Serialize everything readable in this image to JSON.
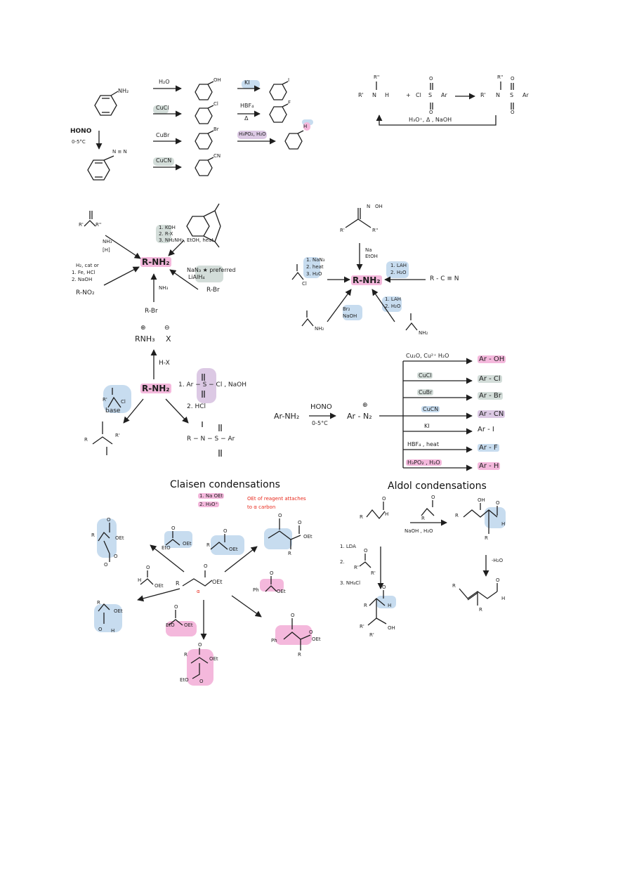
{
  "labels": {
    "nh2": "NH₂",
    "hono": "HONO",
    "temp": "0-5°C",
    "diazonium_n": "N ≡ N",
    "oh": "OH",
    "cl": "Cl",
    "br": "Br",
    "cn": "CN",
    "i": "I",
    "f": "F",
    "h": "H"
  },
  "sandmeyer_top": {
    "h2o": "H₂O",
    "cucl": "CuCl",
    "cubr": "CuBr",
    "cucn": "CuCN",
    "ki": "KI",
    "hbf4": "HBF₄",
    "delta": "Δ",
    "h3po2": "H₃PO₂, H₂O"
  },
  "sulfonamide": {
    "amine_r1": "R'",
    "amine_r2": "R''",
    "n": "N",
    "h": "H",
    "plus": "+",
    "cl": "Cl",
    "s": "S",
    "o": "O",
    "ar": "Ar",
    "reverse_conditions": "H₃O⁺, Δ , NaOH"
  },
  "amine_synthesis_left": {
    "product": "R-NH₂",
    "ketone_r1": "R'",
    "ketone_r2": "R''",
    "reductive_amination": "NH₃",
    "h_reagent": "[H]",
    "gabriel_1": "1. KOH",
    "gabriel_2": "2. R-X",
    "gabriel_3": "3. NH₂NH₂, EtOH, heat",
    "nitro_reduction_1": "H₂, cat or",
    "nitro_reduction_2": "1. Fe, HCl",
    "nitro_reduction_3": "2. NaOH",
    "nitro": "R-NO₂",
    "azide_1": "NaN₃ ★ preferred",
    "azide_2": "LiAlH₄",
    "alkyl_bromide": "R-Br",
    "nh3": "NH₃",
    "alkyl_bromide_bottom": "R-Br"
  },
  "amine_synthesis_right": {
    "oxime_oh": "OH",
    "oxime_n": "N",
    "r1": "R'",
    "r2": "R''",
    "na": "Na",
    "etoh": "EtOH",
    "curtius_1": "1. NaN₃",
    "curtius_2": "2. heat",
    "curtius_3": "3. H₂O",
    "acyl_cl": "Cl",
    "product": "R-NH₂",
    "nitrile_1": "1. LAH",
    "nitrile_2": "2. H₂O",
    "nitrile": "R - C ≡ N",
    "hofmann_1": "Br₂",
    "hofmann_2": "NaOH",
    "amide_nh2": "NH₂",
    "amide_red_1": "1. LAH",
    "amide_red_2": "2. H₂O",
    "amide2_nh2": "NH₂"
  },
  "amine_reactions": {
    "ammonium": "RNH₃",
    "anion": "X",
    "plus_sign": "⊕",
    "minus_sign": "⊖",
    "hx": "H-X",
    "center": "R-NH₂",
    "sulfonyl_1": "1. Ar − S − Cl , NaOH",
    "sulfonyl_2": "2. HCl",
    "acyl_cl": "Cl",
    "acyl_r": "R'",
    "base": "base",
    "amide_r": "R",
    "amide_r1": "R'",
    "sulfonamide": "R − N − S − Ar",
    "o": "O",
    "h": "H"
  },
  "diazonium_chart": {
    "start": "Ar-NH₂",
    "reagent": "HONO",
    "temp": "0-5°C",
    "intermediate": "Ar - N₂",
    "plus": "⊕",
    "rows": [
      {
        "reagent": "Cu₂O, Cu²⁺ H₂O",
        "product": "Ar - OH"
      },
      {
        "reagent": "CuCl",
        "product": "Ar - Cl"
      },
      {
        "reagent": "CuBr",
        "product": "Ar - Br"
      },
      {
        "reagent": "CuCN",
        "product": "Ar - CN"
      },
      {
        "reagent": "KI",
        "product": "Ar - I"
      },
      {
        "reagent": "HBF₄ , heat",
        "product": "Ar - F"
      },
      {
        "reagent": "H₃PO₂ , H₂O",
        "product": "Ar - H"
      }
    ]
  },
  "claisen": {
    "title": "Claisen condensations",
    "step1": "1. Na OEt",
    "step2": "2. H₃O⁺",
    "note_1": "OEt of reagent attaches",
    "note_2": "to α carbon",
    "center_r": "R",
    "center_oet": "OEt",
    "alpha": "α",
    "oet": "OEt",
    "eto": "EtO",
    "ph": "Ph",
    "r": "R",
    "h": "H",
    "o": "O"
  },
  "aldol": {
    "title": "Aldol condensations",
    "r": "R",
    "h": "H",
    "o": "O",
    "oh": "OH",
    "naoh": "NaOH , H₂O",
    "heat": "-H₂O",
    "step1": "1. LDA",
    "step2": "2.",
    "step3": "3. NH₄Cl",
    "r1": "R'"
  },
  "colors": {
    "highlight_pink": "#f4b8dc",
    "highlight_blue": "#c7dcef",
    "highlight_grey": "#d3ddd9",
    "highlight_violet": "#dcc9e4",
    "ink_red": "#e8271a",
    "ink": "#1e1e1e"
  }
}
